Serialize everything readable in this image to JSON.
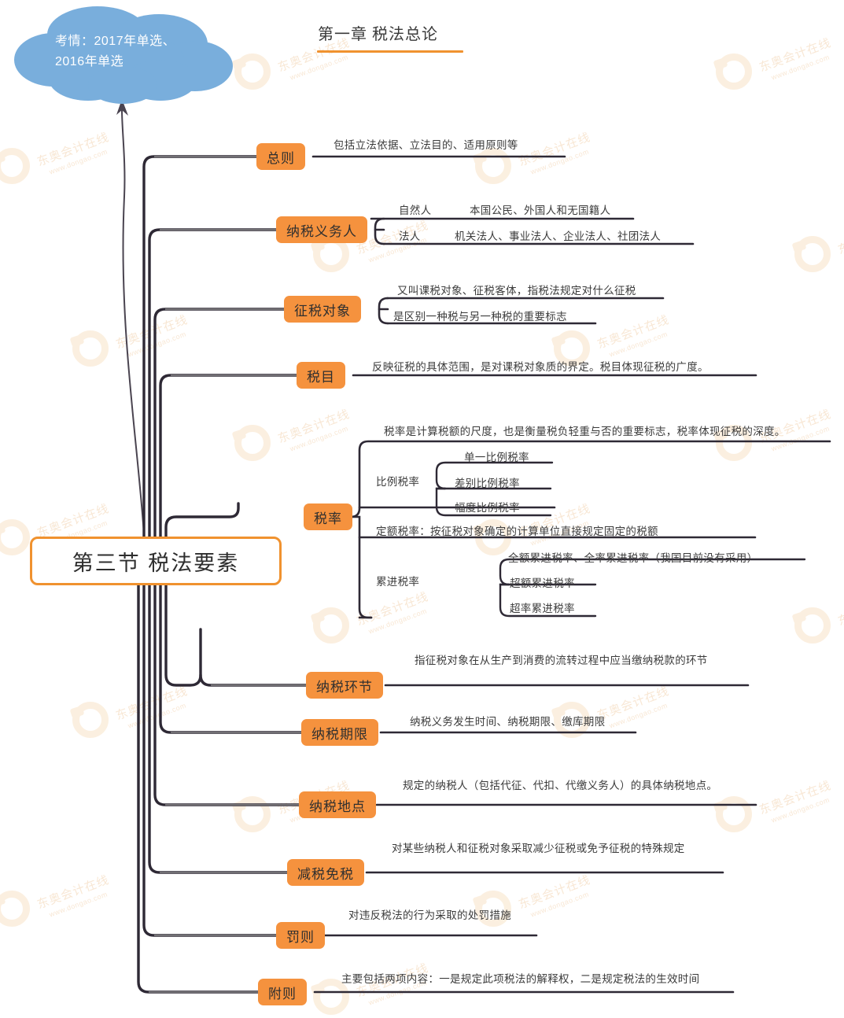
{
  "header": {
    "chapter_title": "第一章 税法总论"
  },
  "callout": {
    "name": "exam-info-cloud",
    "line1": "考情：2017年单选、",
    "line2": "2016年单选",
    "fill": "#79AEDC",
    "text_color": "#FFFFFF"
  },
  "root": {
    "label": "第三节 税法要素",
    "border_color": "#F0922F"
  },
  "colors": {
    "chip_orange": "#F5923E",
    "branch_line": "#2E2935",
    "link_line": "#8A8A8A",
    "watermark": "#F7E3CD"
  },
  "watermark": {
    "line1": "东奥会计在线",
    "line2": "www.dongao.com"
  },
  "branches": [
    {
      "label": "总则",
      "desc": "包括立法依据、立法目的、适用原则等"
    },
    {
      "label": "纳税义务人",
      "rows": [
        {
          "key": "自然人",
          "value": "本国公民、外国人和无国籍人"
        },
        {
          "key": "法人",
          "value": "机关法人、事业法人、企业法人、社团法人"
        }
      ]
    },
    {
      "label": "征税对象",
      "rows": [
        {
          "value": "又叫课税对象、征税客体，指税法规定对什么征税"
        },
        {
          "value": "是区别一种税与另一种税的重要标志"
        }
      ]
    },
    {
      "label": "税目",
      "desc": "反映征税的具体范围，是对课税对象质的界定。税目体现征税的广度。"
    },
    {
      "label": "税率",
      "desc": "税率是计算税额的尺度，也是衡量税负轻重与否的重要标志，税率体现征税的深度。",
      "groups": [
        {
          "key": "比例税率",
          "items": [
            "单一比例税率",
            "差别比例税率",
            "幅度比例税率"
          ]
        },
        {
          "key": "",
          "items": [
            "定额税率：按征税对象确定的计算单位直接规定固定的税额"
          ]
        },
        {
          "key": "累进税率",
          "items": [
            "全额累进税率、全率累进税率（我国目前没有采用）",
            "超额累进税率",
            "超率累进税率"
          ]
        }
      ]
    },
    {
      "label": "纳税环节",
      "desc": "指征税对象在从生产到消费的流转过程中应当缴纳税款的环节"
    },
    {
      "label": "纳税期限",
      "desc": "纳税义务发生时间、纳税期限、缴库期限"
    },
    {
      "label": "纳税地点",
      "desc": "规定的纳税人（包括代征、代扣、代缴义务人）的具体纳税地点。"
    },
    {
      "label": "减税免税",
      "desc": "对某些纳税人和征税对象采取减少征税或免予征税的特殊规定"
    },
    {
      "label": "罚则",
      "desc": "对违反税法的行为采取的处罚措施"
    },
    {
      "label": "附则",
      "desc": "主要包括两项内容：一是规定此项税法的解释权，二是规定税法的生效时间"
    }
  ]
}
